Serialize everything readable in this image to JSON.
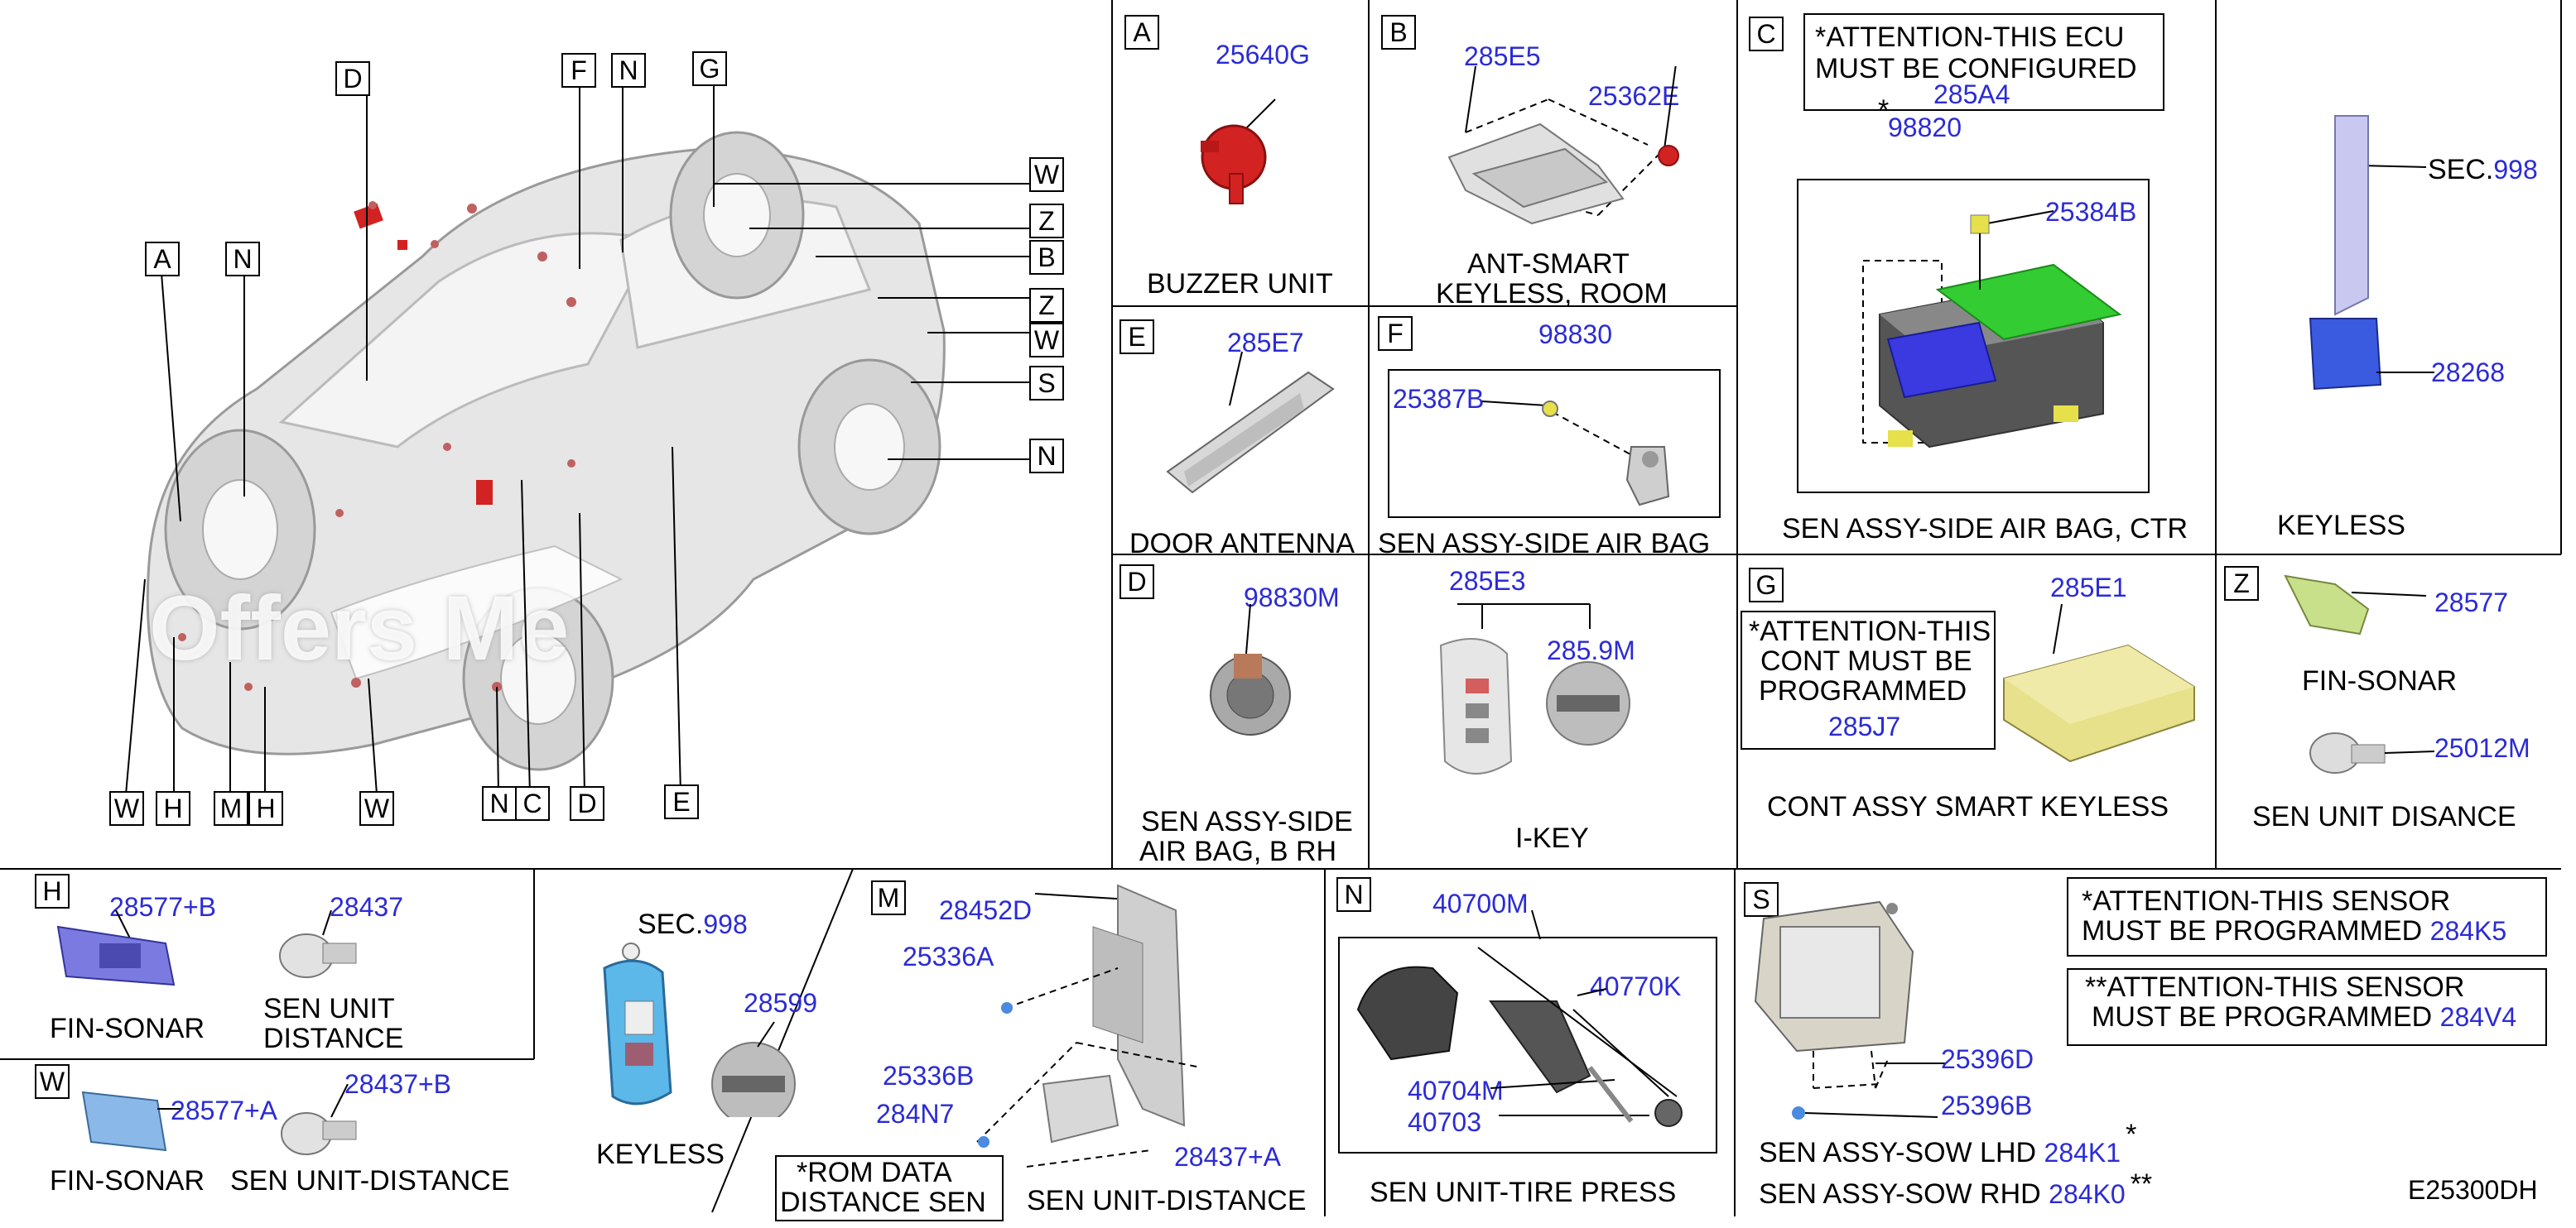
{
  "diagram_code": "E25300DH",
  "watermark": "Offers Me",
  "car_labels": {
    "D_top": "D",
    "F": "F",
    "N_top": "N",
    "G": "G",
    "A": "A",
    "N_left": "N",
    "W1": "W",
    "Z1": "Z",
    "B": "B",
    "Z2": "Z",
    "W2": "W",
    "S": "S",
    "N_right": "N",
    "W_bl": "W",
    "H1": "H",
    "M": "M",
    "H2": "H",
    "W_b": "W",
    "N_b": "N",
    "C_b": "C",
    "D_b": "D",
    "E_b": "E"
  },
  "panels": {
    "A": {
      "letter": "A",
      "part": "25640G",
      "title": "BUZZER UNIT"
    },
    "B": {
      "letter": "B",
      "part1": "285E5",
      "part2": "25362E",
      "title1": "ANT-SMART",
      "title2": "KEYLESS, ROOM"
    },
    "C": {
      "letter": "C",
      "note1": "*ATTENTION-THIS ECU",
      "note2": "MUST BE CONFIGURED",
      "star": "*",
      "part_note": "285A4",
      "part1": "98820",
      "part2": "25384B",
      "title": "SEN ASSY-SIDE AIR BAG, CTR"
    },
    "KEY1": {
      "sec": "SEC.",
      "sec_num": "998",
      "part": "28268",
      "title": "KEYLESS"
    },
    "E": {
      "letter": "E",
      "part": "285E7",
      "title": "DOOR ANTENNA"
    },
    "F": {
      "letter": "F",
      "part1": "98830",
      "part2": "25387B",
      "title": "SEN ASSY-SIDE AIR BAG"
    },
    "D": {
      "letter": "D",
      "part": "98830M",
      "title1": "SEN ASSY-SIDE",
      "title2": "AIR BAG, B RH"
    },
    "IKEY": {
      "part1": "285E3",
      "part2": "285.9M",
      "title": "I-KEY"
    },
    "G": {
      "letter": "G",
      "note1": "*ATTENTION-THIS",
      "note2": "CONT MUST BE",
      "note3": "PROGRAMMED",
      "part_note": "285J7",
      "part": "285E1",
      "title": "CONT ASSY SMART KEYLESS"
    },
    "Z": {
      "letter": "Z",
      "part1": "28577",
      "title1": "FIN-SONAR",
      "part2": "25012M",
      "title2": "SEN UNIT DISANCE"
    },
    "H": {
      "letter": "H",
      "part1": "28577+B",
      "title1": "FIN-SONAR",
      "part2": "28437",
      "title2a": "SEN UNIT",
      "title2b": "DISTANCE"
    },
    "W": {
      "letter": "W",
      "part1": "28577+A",
      "title1": "FIN-SONAR",
      "part2": "28437+B",
      "title2": "SEN UNIT-DISTANCE"
    },
    "KEY2": {
      "sec": "SEC.",
      "sec_num": "998",
      "part": "28599",
      "title": "KEYLESS"
    },
    "M": {
      "letter": "M",
      "part1": "28452D",
      "part2": "25336A",
      "part3": "25336B",
      "part4": "284N7",
      "part5": "28437+A",
      "note1": "*ROM DATA",
      "note2": "DISTANCE SEN",
      "title": "SEN UNIT-DISTANCE"
    },
    "N": {
      "letter": "N",
      "part1": "40700M",
      "part2": "40770K",
      "part3": "40704M",
      "part4": "40703",
      "title": "SEN UNIT-TIRE PRESS"
    },
    "S": {
      "letter": "S",
      "part1": "25396D",
      "part2": "25396B",
      "title1": "SEN ASSY-SOW LHD",
      "p1": "284K1",
      "star1": "*",
      "title2": "SEN ASSY-SOW RHD",
      "p2": "284K0",
      "star2": "**",
      "note1a": "*ATTENTION-THIS SENSOR",
      "note1b": "MUST BE PROGRAMMED",
      "note1p": "284K5",
      "note2a": "**ATTENTION-THIS SENSOR",
      "note2b": "MUST BE PROGRAMMED",
      "note2p": "284V4"
    }
  },
  "colors": {
    "part_number": "#2b2bd6",
    "line": "#000000",
    "red_part": "#d22222",
    "blue_part": "#3a3ae0",
    "green_part": "#33cc33",
    "key_blue": "#5bb8e8"
  }
}
